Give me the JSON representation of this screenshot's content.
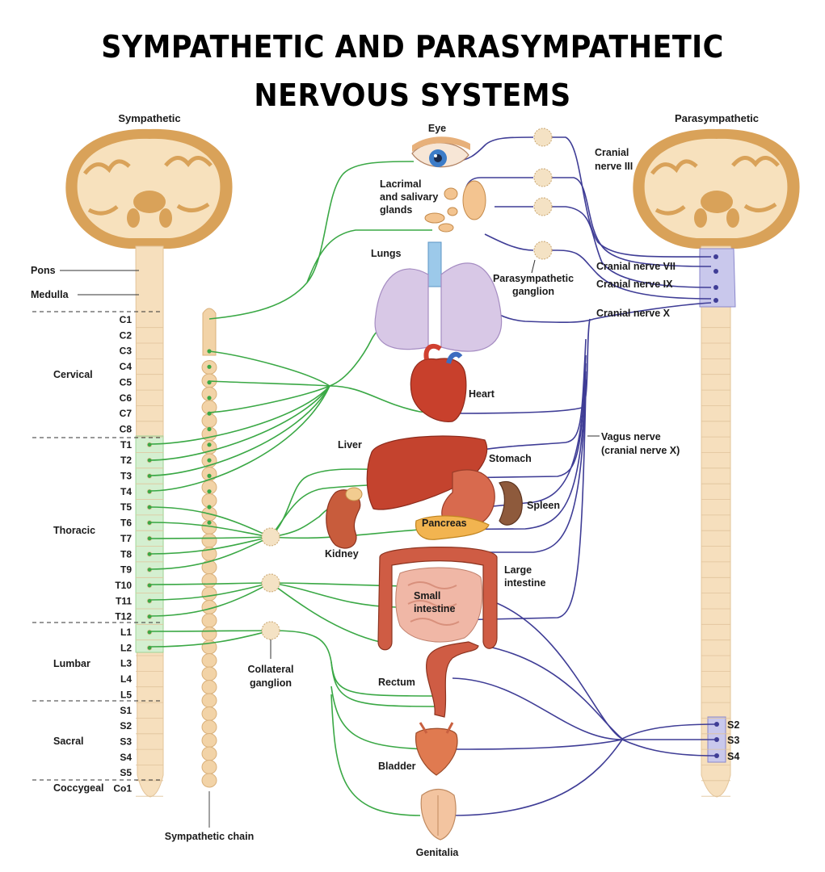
{
  "title": "SYMPATHETIC AND PARASYMPATHETIC NERVOUS SYSTEMS",
  "headers": {
    "sympathetic": "Sympathetic",
    "parasympathetic": "Parasympathetic"
  },
  "brainstem": {
    "pons": "Pons",
    "medulla": "Medulla"
  },
  "regions": {
    "cervical": "Cervical",
    "thoracic": "Thoracic",
    "lumbar": "Lumbar",
    "sacral": "Sacral",
    "coccygeal": "Coccygeal"
  },
  "segments": [
    "C1",
    "C2",
    "C3",
    "C4",
    "C5",
    "C6",
    "C7",
    "C8",
    "T1",
    "T2",
    "T3",
    "T4",
    "T5",
    "T6",
    "T7",
    "T8",
    "T9",
    "T10",
    "T11",
    "T12",
    "L1",
    "L2",
    "L3",
    "L4",
    "L5",
    "S1",
    "S2",
    "S3",
    "S4",
    "S5",
    "Co1"
  ],
  "organs": {
    "eye": "Eye",
    "lacrimal_1": "Lacrimal",
    "lacrimal_2": "and salivary",
    "lacrimal_3": "glands",
    "lungs": "Lungs",
    "heart": "Heart",
    "liver": "Liver",
    "stomach": "Stomach",
    "spleen": "Spleen",
    "pancreas": "Pancreas",
    "kidney": "Kidney",
    "large_intestine_1": "Large",
    "large_intestine_2": "intestine",
    "small_intestine_1": "Small",
    "small_intestine_2": "intestine",
    "rectum": "Rectum",
    "bladder": "Bladder",
    "genitalia": "Genitalia"
  },
  "nerves": {
    "cranial_iii_1": "Cranial",
    "cranial_iii_2": "nerve III",
    "cranial_vii": "Cranial nerve VII",
    "cranial_ix": "Cranial nerve IX",
    "cranial_x": "Cranial nerve X",
    "para_ganglion_1": "Parasympathetic",
    "para_ganglion_2": "ganglion",
    "vagus_1": "Vagus nerve",
    "vagus_2": "(cranial nerve X)",
    "collateral_1": "Collateral",
    "collateral_2": "ganglion",
    "sympathetic_chain": "Sympathetic chain",
    "s2": "S2",
    "s3": "S3",
    "s4": "S4"
  },
  "colors": {
    "sympathetic": "#3aa845",
    "parasympathetic": "#3f3d96",
    "spinal_cord": "#f6dfbd",
    "brain": "#d9a259",
    "organ_red": "#c8402c"
  }
}
